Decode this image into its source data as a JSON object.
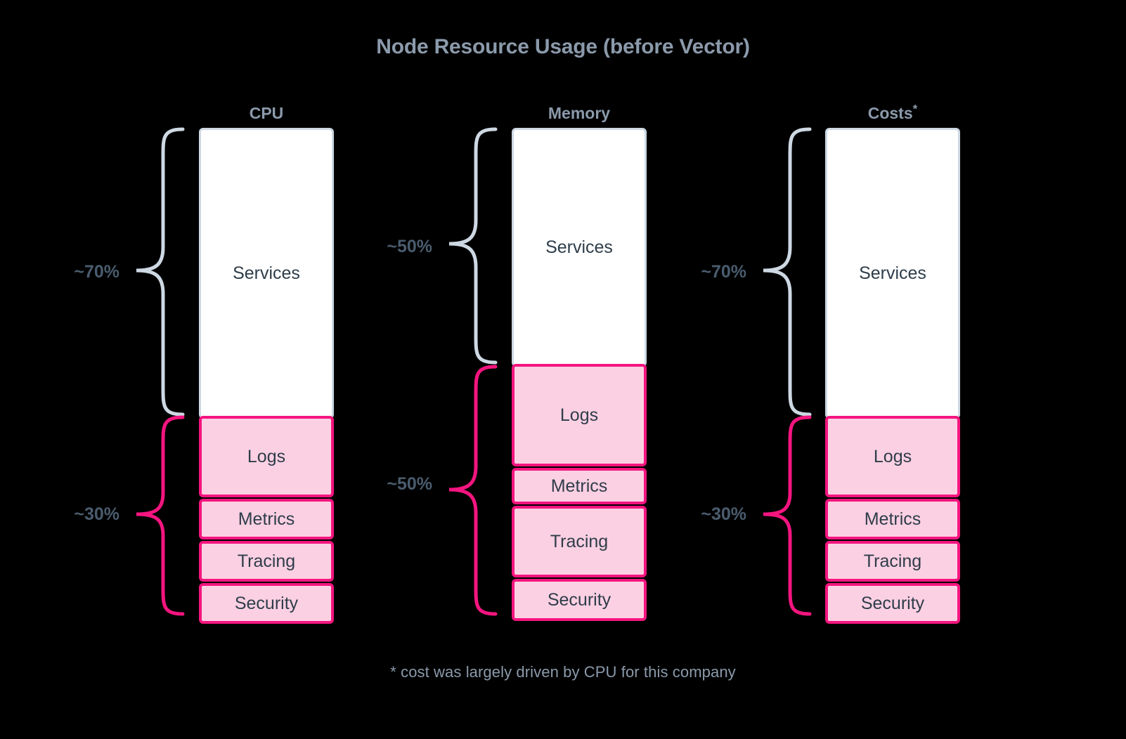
{
  "title": "Node Resource Usage (before Vector)",
  "footnote": "* cost was largely driven by CPU for this company",
  "colors": {
    "background": "#000000",
    "title_text": "#8b9aab",
    "segment_text": "#2e3d49",
    "services_fill": "#ffffff",
    "services_border": "#cdd8e3",
    "telemetry_fill": "#fcd0e3",
    "telemetry_border": "#f4157f",
    "brace_gray": "#cdd8e3",
    "brace_pink": "#f4157f",
    "percent_text": "#4a5c6e"
  },
  "chart_data": {
    "type": "bar",
    "title": "Node Resource Usage (before Vector)",
    "xlabel": "",
    "ylabel": "",
    "stacked": true,
    "note": "* cost was largely driven by CPU for this company",
    "categories": [
      "CPU",
      "Memory",
      "Costs*"
    ],
    "segments": [
      "Services",
      "Logs",
      "Metrics",
      "Tracing",
      "Security"
    ],
    "series": [
      {
        "name": "Services",
        "values": [
          70,
          50,
          70
        ]
      },
      {
        "name": "Logs",
        "values": [
          12,
          21,
          12
        ]
      },
      {
        "name": "Metrics",
        "values": [
          6,
          7,
          6
        ]
      },
      {
        "name": "Tracing",
        "values": [
          6,
          14,
          6
        ]
      },
      {
        "name": "Security",
        "values": [
          6,
          8,
          6
        ]
      }
    ],
    "group_annotations": [
      {
        "category": "CPU",
        "group": "Services",
        "label": "~70%"
      },
      {
        "category": "CPU",
        "group": "Telemetry",
        "label": "~30%"
      },
      {
        "category": "Memory",
        "group": "Services",
        "label": "~50%"
      },
      {
        "category": "Memory",
        "group": "Telemetry",
        "label": "~50%"
      },
      {
        "category": "Costs*",
        "group": "Services",
        "label": "~70%"
      },
      {
        "category": "Costs*",
        "group": "Telemetry",
        "label": "~30%"
      }
    ]
  },
  "columns": [
    {
      "header": "CPU",
      "header_star": "",
      "services_pct": "~70%",
      "telemetry_pct": "~30%",
      "segments": [
        {
          "label": "Services",
          "kind": "services"
        },
        {
          "label": "Logs",
          "kind": "telemetry"
        },
        {
          "label": "Metrics",
          "kind": "telemetry"
        },
        {
          "label": "Tracing",
          "kind": "telemetry"
        },
        {
          "label": "Security",
          "kind": "telemetry"
        }
      ]
    },
    {
      "header": "Memory",
      "header_star": "",
      "services_pct": "~50%",
      "telemetry_pct": "~50%",
      "segments": [
        {
          "label": "Services",
          "kind": "services"
        },
        {
          "label": "Logs",
          "kind": "telemetry"
        },
        {
          "label": "Metrics",
          "kind": "telemetry"
        },
        {
          "label": "Tracing",
          "kind": "telemetry"
        },
        {
          "label": "Security",
          "kind": "telemetry"
        }
      ]
    },
    {
      "header": "Costs",
      "header_star": "*",
      "services_pct": "~70%",
      "telemetry_pct": "~30%",
      "segments": [
        {
          "label": "Services",
          "kind": "services"
        },
        {
          "label": "Logs",
          "kind": "telemetry"
        },
        {
          "label": "Metrics",
          "kind": "telemetry"
        },
        {
          "label": "Tracing",
          "kind": "telemetry"
        },
        {
          "label": "Security",
          "kind": "telemetry"
        }
      ]
    }
  ]
}
